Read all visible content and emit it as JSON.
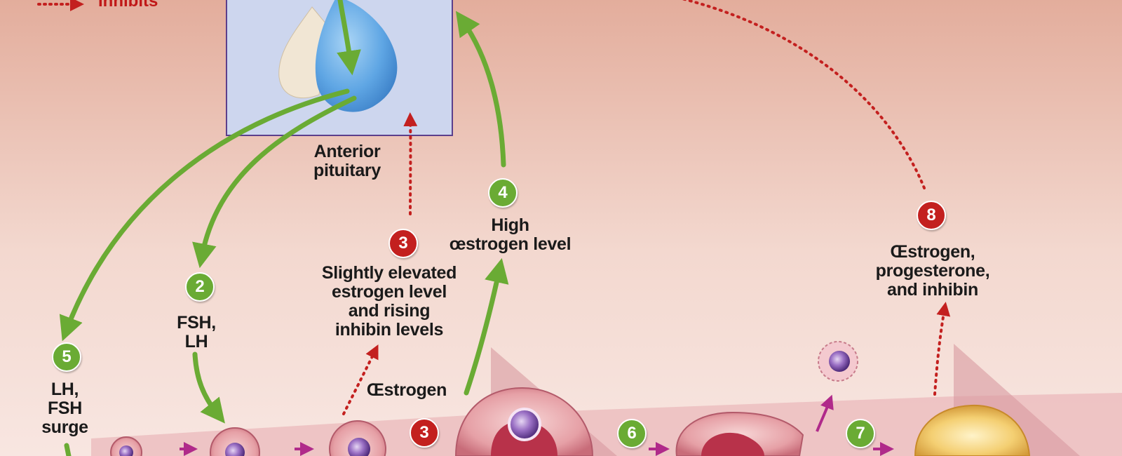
{
  "legend": {
    "inhibits_label": "Inhibits"
  },
  "labels": {
    "anterior_pituitary": "Anterior\npituitary",
    "fsh_lh": "FSH,\nLH",
    "lh_fsh_surge": "LH,\nFSH\nsurge",
    "slightly_elevated": "Slightly elevated\nestrogen level\nand rising\ninhibin levels",
    "high_estrogen": "High\nœstrogen level",
    "oestrogen": "Œstrogen",
    "oestrogen_prog_inhibin": "Œstrogen,\nprogesterone,\nand inhibin"
  },
  "badges": {
    "step2": "2",
    "step3_top": "3",
    "step3_bottom": "3",
    "step4": "4",
    "step5": "5",
    "step6": "6",
    "step7": "7",
    "step8": "8"
  },
  "colors": {
    "stimulates": "#6aab34",
    "inhibits": "#c3201f",
    "background_top": "#e6b3a3",
    "pituitary_box": "#cdd6ee"
  }
}
